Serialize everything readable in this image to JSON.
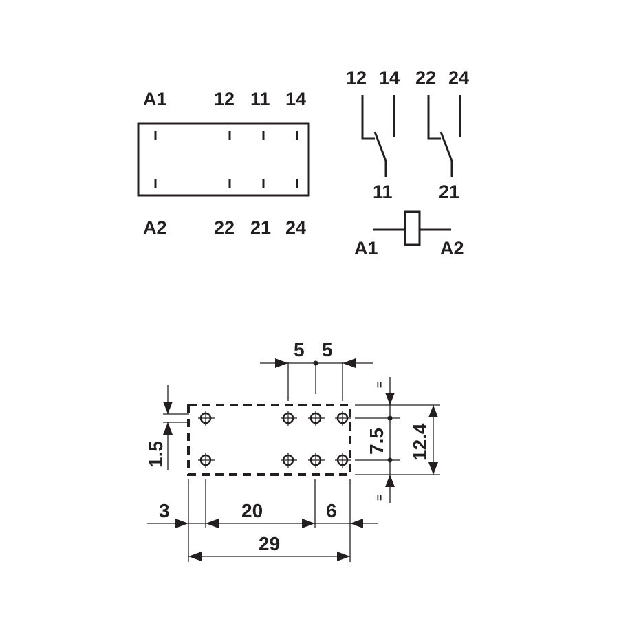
{
  "top_view": {
    "top_labels": [
      "A1",
      "12",
      "11",
      "14"
    ],
    "bottom_labels": [
      "A2",
      "22",
      "21",
      "24"
    ]
  },
  "schematic": {
    "contact_labels": [
      "12",
      "14",
      "22",
      "24"
    ],
    "common_labels": [
      "11",
      "21"
    ],
    "coil_labels": [
      "A1",
      "A2"
    ]
  },
  "pcb_layout": {
    "dims": {
      "pitch_left": "5",
      "pitch_right": "5",
      "offset_y": "1.5",
      "row_spacing": "7.5",
      "body_height": "12.4",
      "left_margin": "3",
      "span": "20",
      "right_margin": "6",
      "total_length": "29",
      "equal_mark": "="
    }
  }
}
